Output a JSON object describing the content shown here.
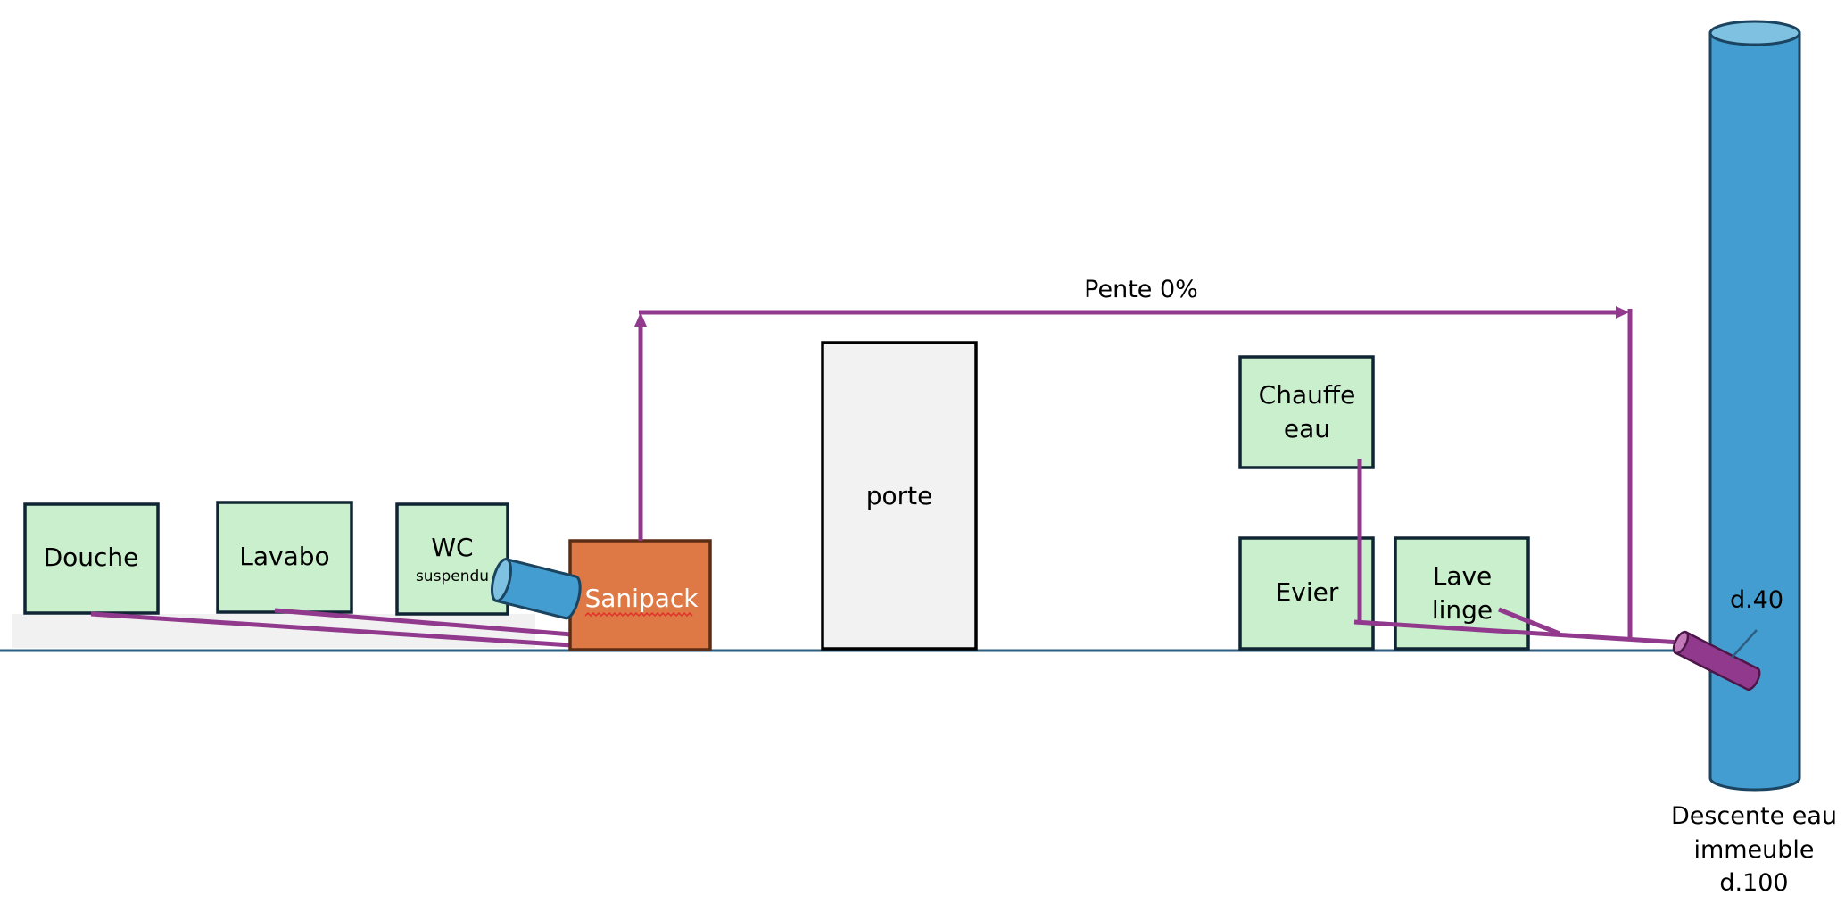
{
  "title": "Schéma évacuation eaux usées",
  "colors": {
    "fixture_fill": "#c9efcc",
    "fixture_stroke": "#0f2533",
    "drain_pipe": "#913a8d",
    "sanipack_fill": "#de7844",
    "column_fill": "#439dd1",
    "column_top": "#7fc1e1",
    "column_stroke": "#1a4460",
    "floor_line": "#2d5f80",
    "door_fill": "#f2f2f2"
  },
  "fixtures": {
    "douche": {
      "label": "Douche"
    },
    "lavabo": {
      "label": "Lavabo"
    },
    "wc": {
      "label": "WC",
      "sublabel": "suspendu"
    },
    "sanipack": {
      "label": "Sanipack"
    },
    "porte": {
      "label": "porte"
    },
    "chauffe_eau": {
      "line1": "Chauffe",
      "line2": "eau"
    },
    "evier": {
      "label": "Evier"
    },
    "lave_linge": {
      "line1": "Lave",
      "line2": "linge"
    }
  },
  "annotations": {
    "slope": "Pente 0%",
    "branch_diameter": "d.40"
  },
  "column": {
    "line1": "Descente eau",
    "line2": "immeuble",
    "line3": "d.100"
  }
}
